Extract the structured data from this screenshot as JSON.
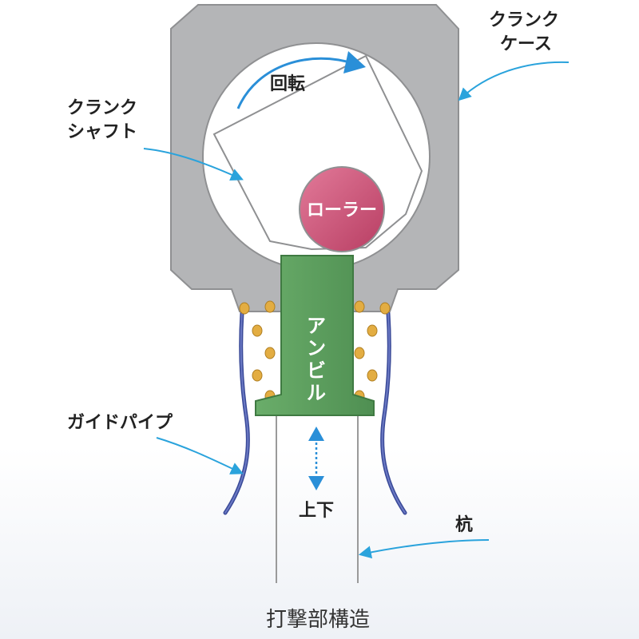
{
  "labels": {
    "crankcase": [
      "クランク",
      "ケース"
    ],
    "crankshaft": [
      "クランク",
      "シャフト"
    ],
    "rotation": "回転",
    "roller": "ローラー",
    "anvil": [
      "ア",
      "ン",
      "ビ",
      "ル"
    ],
    "guide_pipe": "ガイドパイプ",
    "up_down": "上下",
    "stake": "杭",
    "caption": "打撃部構造"
  },
  "colors": {
    "case_fill": "#b4b5b7",
    "case_stroke": "#8f9092",
    "anvil_fill": "#5f9f5f",
    "roller_fill": "#cf5277",
    "guide_pipe": "#4a58a8",
    "spring_coil": "#e3ad42",
    "leader_arrow": "#2aa3dc",
    "motion_arrow": "#2a8fd8"
  }
}
